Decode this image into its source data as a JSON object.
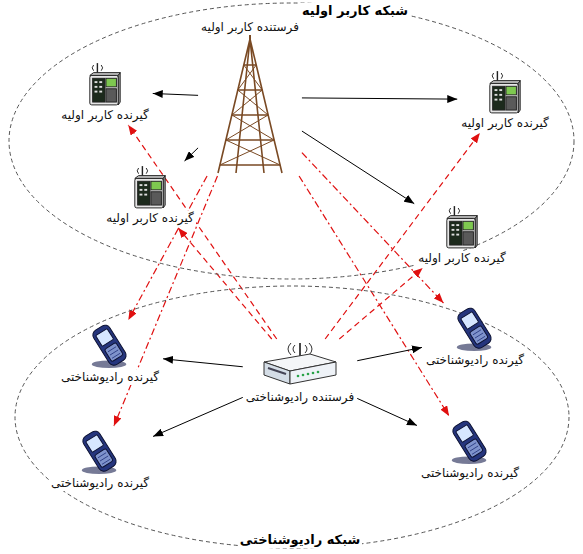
{
  "diagram": {
    "nodes": [
      {
        "text": [
          "شبکه کاربر اولیه"
        ]
      },
      {
        "text": [
          "فرستنده کاربر اولیه"
        ],
        "in": 0
      },
      {
        "text": [
          "گیرنده کاربر اولیه"
        ],
        "in": 0
      },
      {
        "text": [
          "گیرنده کاربر اولیه"
        ],
        "in": 0
      },
      {
        "text": [
          "گیرنده کاربر اولیه"
        ],
        "in": 0
      },
      {
        "text": [
          "گیرنده کاربر اولیه"
        ],
        "in": 0
      },
      {
        "text": [
          "شبکه رادیوشناختی"
        ]
      },
      {
        "text": [
          "فرستنده رادیوشناختی"
        ],
        "in": 6
      },
      {
        "text": [
          "گیرنده رادیوشناختی"
        ],
        "in": 6
      },
      {
        "text": [
          "گیرنده رادیوشناختی"
        ],
        "in": 6
      },
      {
        "text": [
          "گیرنده رادیوشناختی"
        ],
        "in": 6
      },
      {
        "text": [
          "گیرنده رادیوشناختی"
        ],
        "in": 6
      }
    ],
    "edges": [
      {
        "from": 1,
        "to": 2,
        "arrow": "to"
      },
      {
        "from": 1,
        "to": 3,
        "arrow": "to"
      },
      {
        "from": 1,
        "to": 4,
        "arrow": "to"
      },
      {
        "from": 1,
        "to": 5,
        "arrow": "to"
      },
      {
        "from": 1,
        "to": 8,
        "arrow": "to"
      },
      {
        "from": 1,
        "to": 9,
        "arrow": "to"
      },
      {
        "from": 1,
        "to": 10,
        "arrow": "to"
      },
      {
        "from": 1,
        "to": 11,
        "arrow": "to"
      },
      {
        "from": 7,
        "to": 8,
        "arrow": "to"
      },
      {
        "from": 7,
        "to": 9,
        "arrow": "to"
      },
      {
        "from": 7,
        "to": 10,
        "arrow": "to"
      },
      {
        "from": 7,
        "to": 11,
        "arrow": "to"
      },
      {
        "from": 7,
        "to": 2,
        "arrow": "to"
      },
      {
        "from": 7,
        "to": 3,
        "arrow": "to"
      },
      {
        "from": 7,
        "to": 4,
        "arrow": "to"
      },
      {
        "from": 7,
        "to": 5,
        "arrow": "to"
      }
    ]
  }
}
